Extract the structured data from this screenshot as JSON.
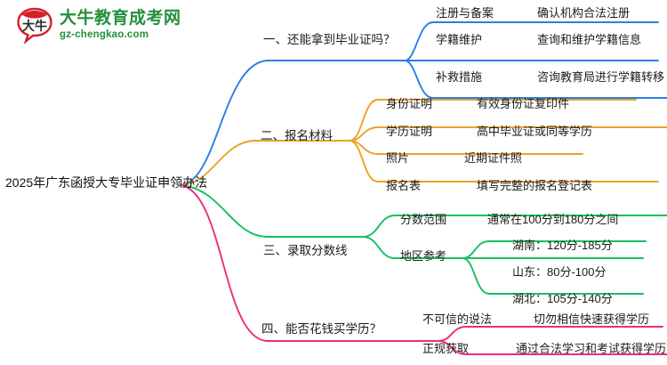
{
  "logo": {
    "mark_text": "大牛",
    "title": "大牛教育成考网",
    "subtitle": "gz-chengkao.com",
    "brand_green": "#23903c",
    "mark_red": "#d4202a"
  },
  "mindmap": {
    "root": "2025年广东函授大专毕业证申领办法",
    "colors": {
      "branch1": "#2a7fe8",
      "branch2": "#eca226",
      "branch3": "#18bf62",
      "branch4": "#ee2d7a"
    },
    "branches": [
      {
        "label": "一、还能拿到毕业证吗？",
        "color": "#2a7fe8",
        "children": [
          {
            "label": "注册与备案",
            "detail": "确认机构合法注册"
          },
          {
            "label": "学籍维护",
            "detail": "查询和维护学籍信息"
          },
          {
            "label": "补救措施",
            "detail": "咨询教育局进行学籍转移"
          }
        ]
      },
      {
        "label": "二、报名材料",
        "color": "#eca226",
        "children": [
          {
            "label": "身份证明",
            "detail": "有效身份证复印件"
          },
          {
            "label": "学历证明",
            "detail": "高中毕业证或同等学历"
          },
          {
            "label": "照片",
            "detail": "近期证件照"
          },
          {
            "label": "报名表",
            "detail": "填写完整的报名登记表"
          }
        ]
      },
      {
        "label": "三、录取分数线",
        "color": "#18bf62",
        "children": [
          {
            "label": "分数范围",
            "detail": "通常在100分到180分之间"
          },
          {
            "label": "地区参考",
            "detail": "",
            "grandchildren": [
              "湖南：120分-185分",
              "山东：80分-100分",
              "湖北：105分-140分"
            ]
          }
        ]
      },
      {
        "label": "四、能否花钱买学历？",
        "color": "#ee2d7a",
        "children": [
          {
            "label": "不可信的说法",
            "detail": "切勿相信快速获得学历"
          },
          {
            "label": "正规获取",
            "detail": "通过合法学习和考试获得学历"
          }
        ]
      }
    ]
  }
}
